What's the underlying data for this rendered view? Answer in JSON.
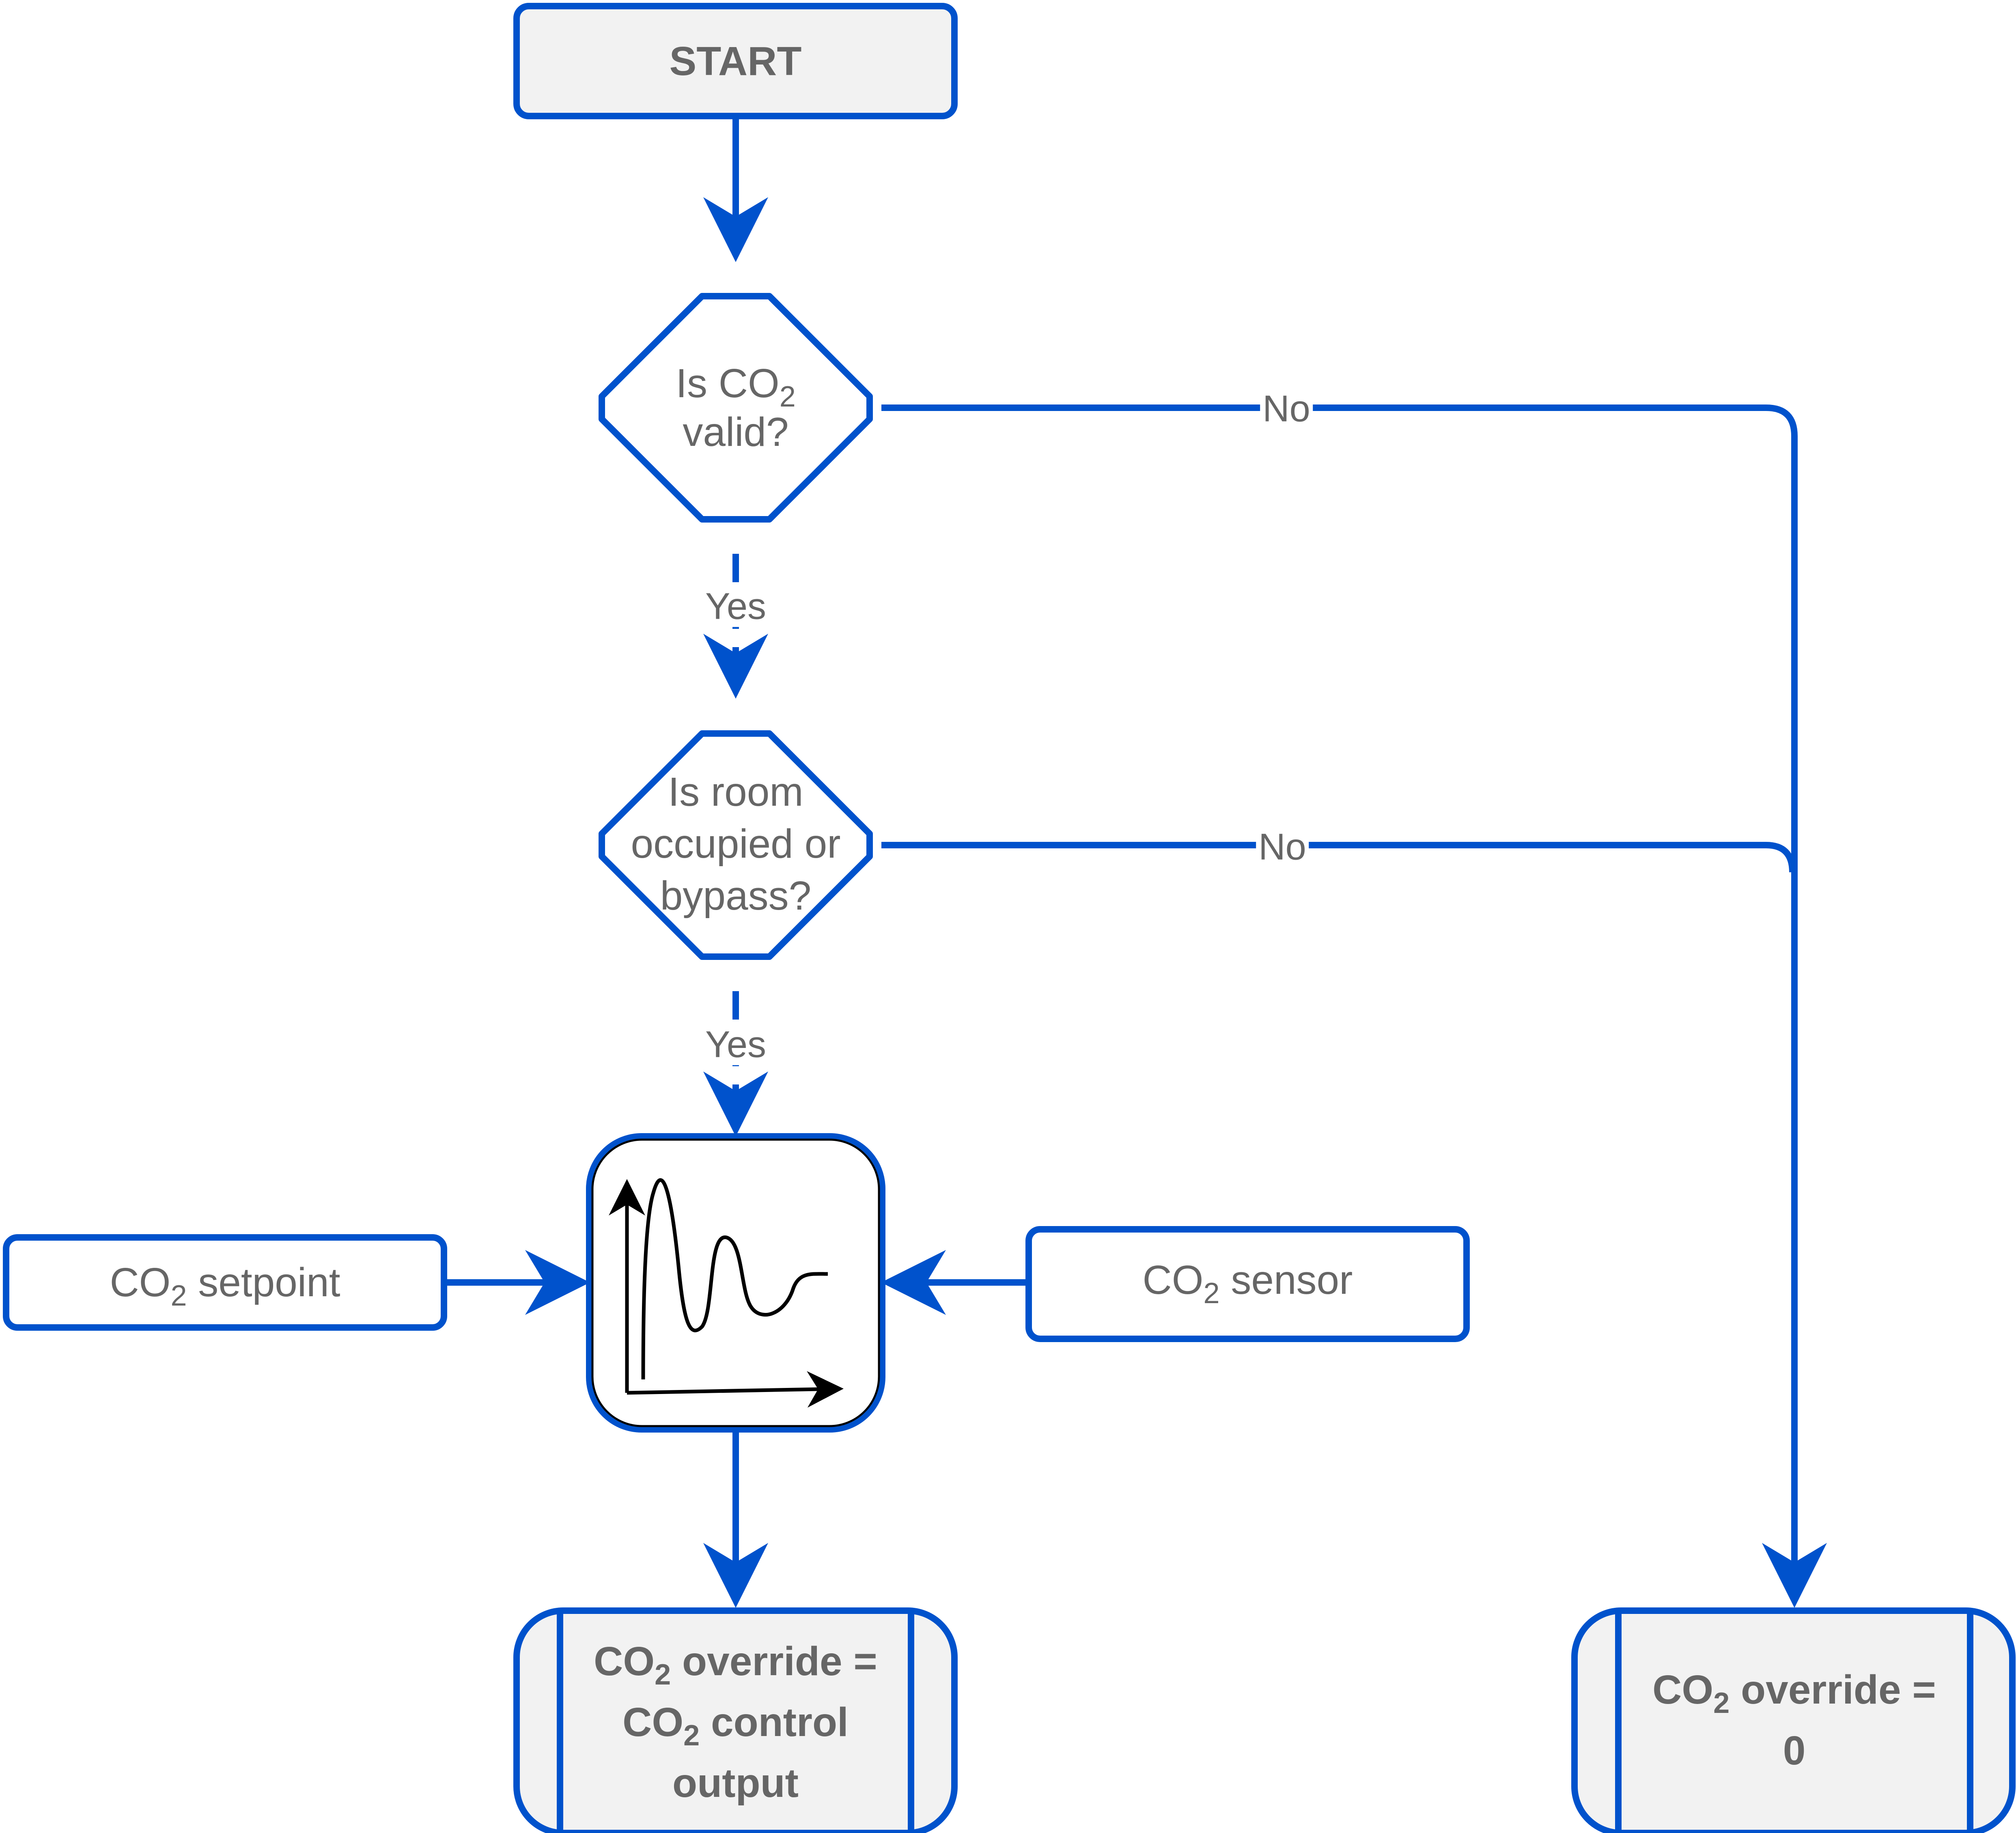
{
  "colors": {
    "stroke": "#0052cc",
    "terminal_fill": "#f2f2f2",
    "text": "#666666",
    "chart_stroke": "#000000"
  },
  "nodes": {
    "start": {
      "label": "START"
    },
    "decision_co2_valid": {
      "line1_main": "Is CO",
      "line1_sub": "2",
      "line2": "valid?"
    },
    "decision_occupied": {
      "line1": "Is room",
      "line2": "occupied or",
      "line3": "bypass?"
    },
    "controller": {
      "icon": "pid-response-chart-icon"
    },
    "setpoint": {
      "main": "CO",
      "sub": "2",
      "rest": " setpoint"
    },
    "sensor": {
      "main": "CO",
      "sub": "2",
      "rest": " sensor"
    },
    "output_control": {
      "l1_main": "CO",
      "l1_sub": "2",
      "l1_rest": " override =",
      "l2_main": "CO",
      "l2_sub": "2",
      "l2_rest": " control",
      "l3": "output"
    },
    "output_zero": {
      "l1_main": "CO",
      "l1_sub": "2",
      "l1_rest": " override =",
      "l2": "0"
    }
  },
  "edges": {
    "valid_yes": "Yes",
    "valid_no": "No",
    "occupied_yes": "Yes",
    "occupied_no": "No"
  }
}
